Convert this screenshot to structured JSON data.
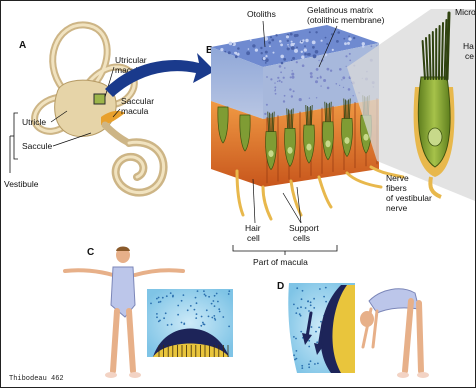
{
  "colors": {
    "labyrinth": "#e6d4a8",
    "gelatinous_matrix": "#8ea8cc",
    "hair_cell": "#7f9c34",
    "support_tissue": "#e07a2c",
    "nerve": "#e8b84c",
    "arrow": "#1a3a8c",
    "endolymph": "#a9d8f0"
  },
  "panel_labels": {
    "a": "A",
    "b": "B",
    "c": "C",
    "d": "D"
  },
  "panel_a": {
    "utricular_macula": "Utricular macula",
    "saccular_macula": "Saccular macula",
    "utricle": "Utricle",
    "saccule": "Saccule",
    "vestibule": "Vestibule"
  },
  "panel_b": {
    "otoliths": "Otoliths",
    "gelatinous_matrix": "Gelatinous matrix",
    "otolithic_membrane": "(otolithic membrane)",
    "hair_cell": "Hair cell",
    "support_cells": "Support cells",
    "part_of_macula": "Part of macula",
    "nerve_fibers": "Nerve fibers of vestibular nerve",
    "nerve_l1": "Nerve",
    "nerve_l2": "fibers",
    "nerve_l3": "of vestibular",
    "nerve_l4": "nerve",
    "microvilli": "Microvilli",
    "hair_cell_cut": "Ha",
    "hair_cell_cut2": "ce"
  },
  "credit": "Thibodeau 462"
}
